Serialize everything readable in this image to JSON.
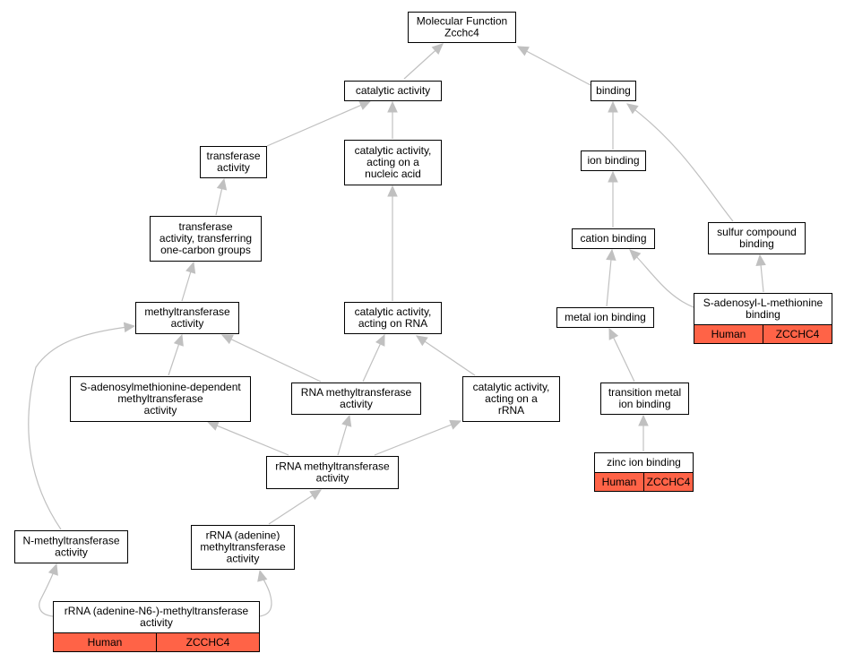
{
  "diagram": {
    "nodes": [
      {
        "id": "mf",
        "lines": [
          "Molecular Function",
          "Zcchc4"
        ]
      },
      {
        "id": "catalytic",
        "lines": [
          "catalytic activity"
        ]
      },
      {
        "id": "binding",
        "lines": [
          "binding"
        ]
      },
      {
        "id": "transferase",
        "lines": [
          "transferase",
          "activity"
        ]
      },
      {
        "id": "cat_nucleic",
        "lines": [
          "catalytic activity,",
          "acting on a",
          "nucleic acid"
        ]
      },
      {
        "id": "ion_binding",
        "lines": [
          "ion binding"
        ]
      },
      {
        "id": "transf_carbon",
        "lines": [
          "transferase",
          "activity, transferring",
          "one-carbon groups"
        ]
      },
      {
        "id": "cation_binding",
        "lines": [
          "cation binding"
        ]
      },
      {
        "id": "sulfur",
        "lines": [
          "sulfur compound",
          "binding"
        ]
      },
      {
        "id": "methyltransferase",
        "lines": [
          "methyltransferase",
          "activity"
        ]
      },
      {
        "id": "cat_rna",
        "lines": [
          "catalytic activity,",
          "acting on RNA"
        ]
      },
      {
        "id": "sam_binding",
        "lines": [
          "S-adenosyl-L-methionine",
          "binding"
        ],
        "tags": [
          "Human",
          "ZCCHC4"
        ]
      },
      {
        "id": "metal_ion",
        "lines": [
          "metal ion binding"
        ]
      },
      {
        "id": "sam_dependent",
        "lines": [
          "S-adenosylmethionine-dependent",
          "methyltransferase",
          "activity"
        ]
      },
      {
        "id": "rna_methyl",
        "lines": [
          "RNA methyltransferase",
          "activity"
        ]
      },
      {
        "id": "cat_rrna",
        "lines": [
          "catalytic activity,",
          "acting on a",
          "rRNA"
        ]
      },
      {
        "id": "transition_metal",
        "lines": [
          "transition metal",
          "ion binding"
        ]
      },
      {
        "id": "rrna_methyl",
        "lines": [
          "rRNA methyltransferase",
          "activity"
        ]
      },
      {
        "id": "zinc",
        "lines": [
          "zinc ion binding"
        ],
        "tags": [
          "Human",
          "ZCCHC4"
        ]
      },
      {
        "id": "n_methyl",
        "lines": [
          "N-methyltransferase",
          "activity"
        ]
      },
      {
        "id": "rrna_adenine",
        "lines": [
          "rRNA (adenine)",
          "methyltransferase",
          "activity"
        ]
      },
      {
        "id": "rrna_n6",
        "lines": [
          "rRNA (adenine-N6-)-methyltransferase",
          "activity"
        ],
        "tags": [
          "Human",
          "ZCCHC4"
        ]
      }
    ],
    "edges": [
      {
        "from": "catalytic",
        "to": "mf"
      },
      {
        "from": "binding",
        "to": "mf"
      },
      {
        "from": "transferase",
        "to": "catalytic"
      },
      {
        "from": "cat_nucleic",
        "to": "catalytic"
      },
      {
        "from": "ion_binding",
        "to": "binding"
      },
      {
        "from": "sulfur",
        "to": "binding"
      },
      {
        "from": "transf_carbon",
        "to": "transferase"
      },
      {
        "from": "cation_binding",
        "to": "ion_binding"
      },
      {
        "from": "methyltransferase",
        "to": "transf_carbon"
      },
      {
        "from": "cat_rna",
        "to": "cat_nucleic"
      },
      {
        "from": "sam_binding",
        "to": "sulfur"
      },
      {
        "from": "sam_binding",
        "to": "cation_binding"
      },
      {
        "from": "metal_ion",
        "to": "cation_binding"
      },
      {
        "from": "sam_dependent",
        "to": "methyltransferase"
      },
      {
        "from": "rna_methyl",
        "to": "methyltransferase"
      },
      {
        "from": "rna_methyl",
        "to": "cat_rna"
      },
      {
        "from": "cat_rrna",
        "to": "cat_rna"
      },
      {
        "from": "transition_metal",
        "to": "metal_ion"
      },
      {
        "from": "rrna_methyl",
        "to": "sam_dependent"
      },
      {
        "from": "rrna_methyl",
        "to": "rna_methyl"
      },
      {
        "from": "rrna_methyl",
        "to": "cat_rrna"
      },
      {
        "from": "zinc",
        "to": "transition_metal"
      },
      {
        "from": "rrna_adenine",
        "to": "rrna_methyl"
      },
      {
        "from": "n_methyl",
        "to": "methyltransferase"
      },
      {
        "from": "rrna_n6",
        "to": "n_methyl"
      },
      {
        "from": "rrna_n6",
        "to": "rrna_adenine"
      }
    ],
    "colors": {
      "tag_fill": "#ff6347",
      "edge": "#c0c0c0",
      "node_border": "#000000"
    }
  }
}
